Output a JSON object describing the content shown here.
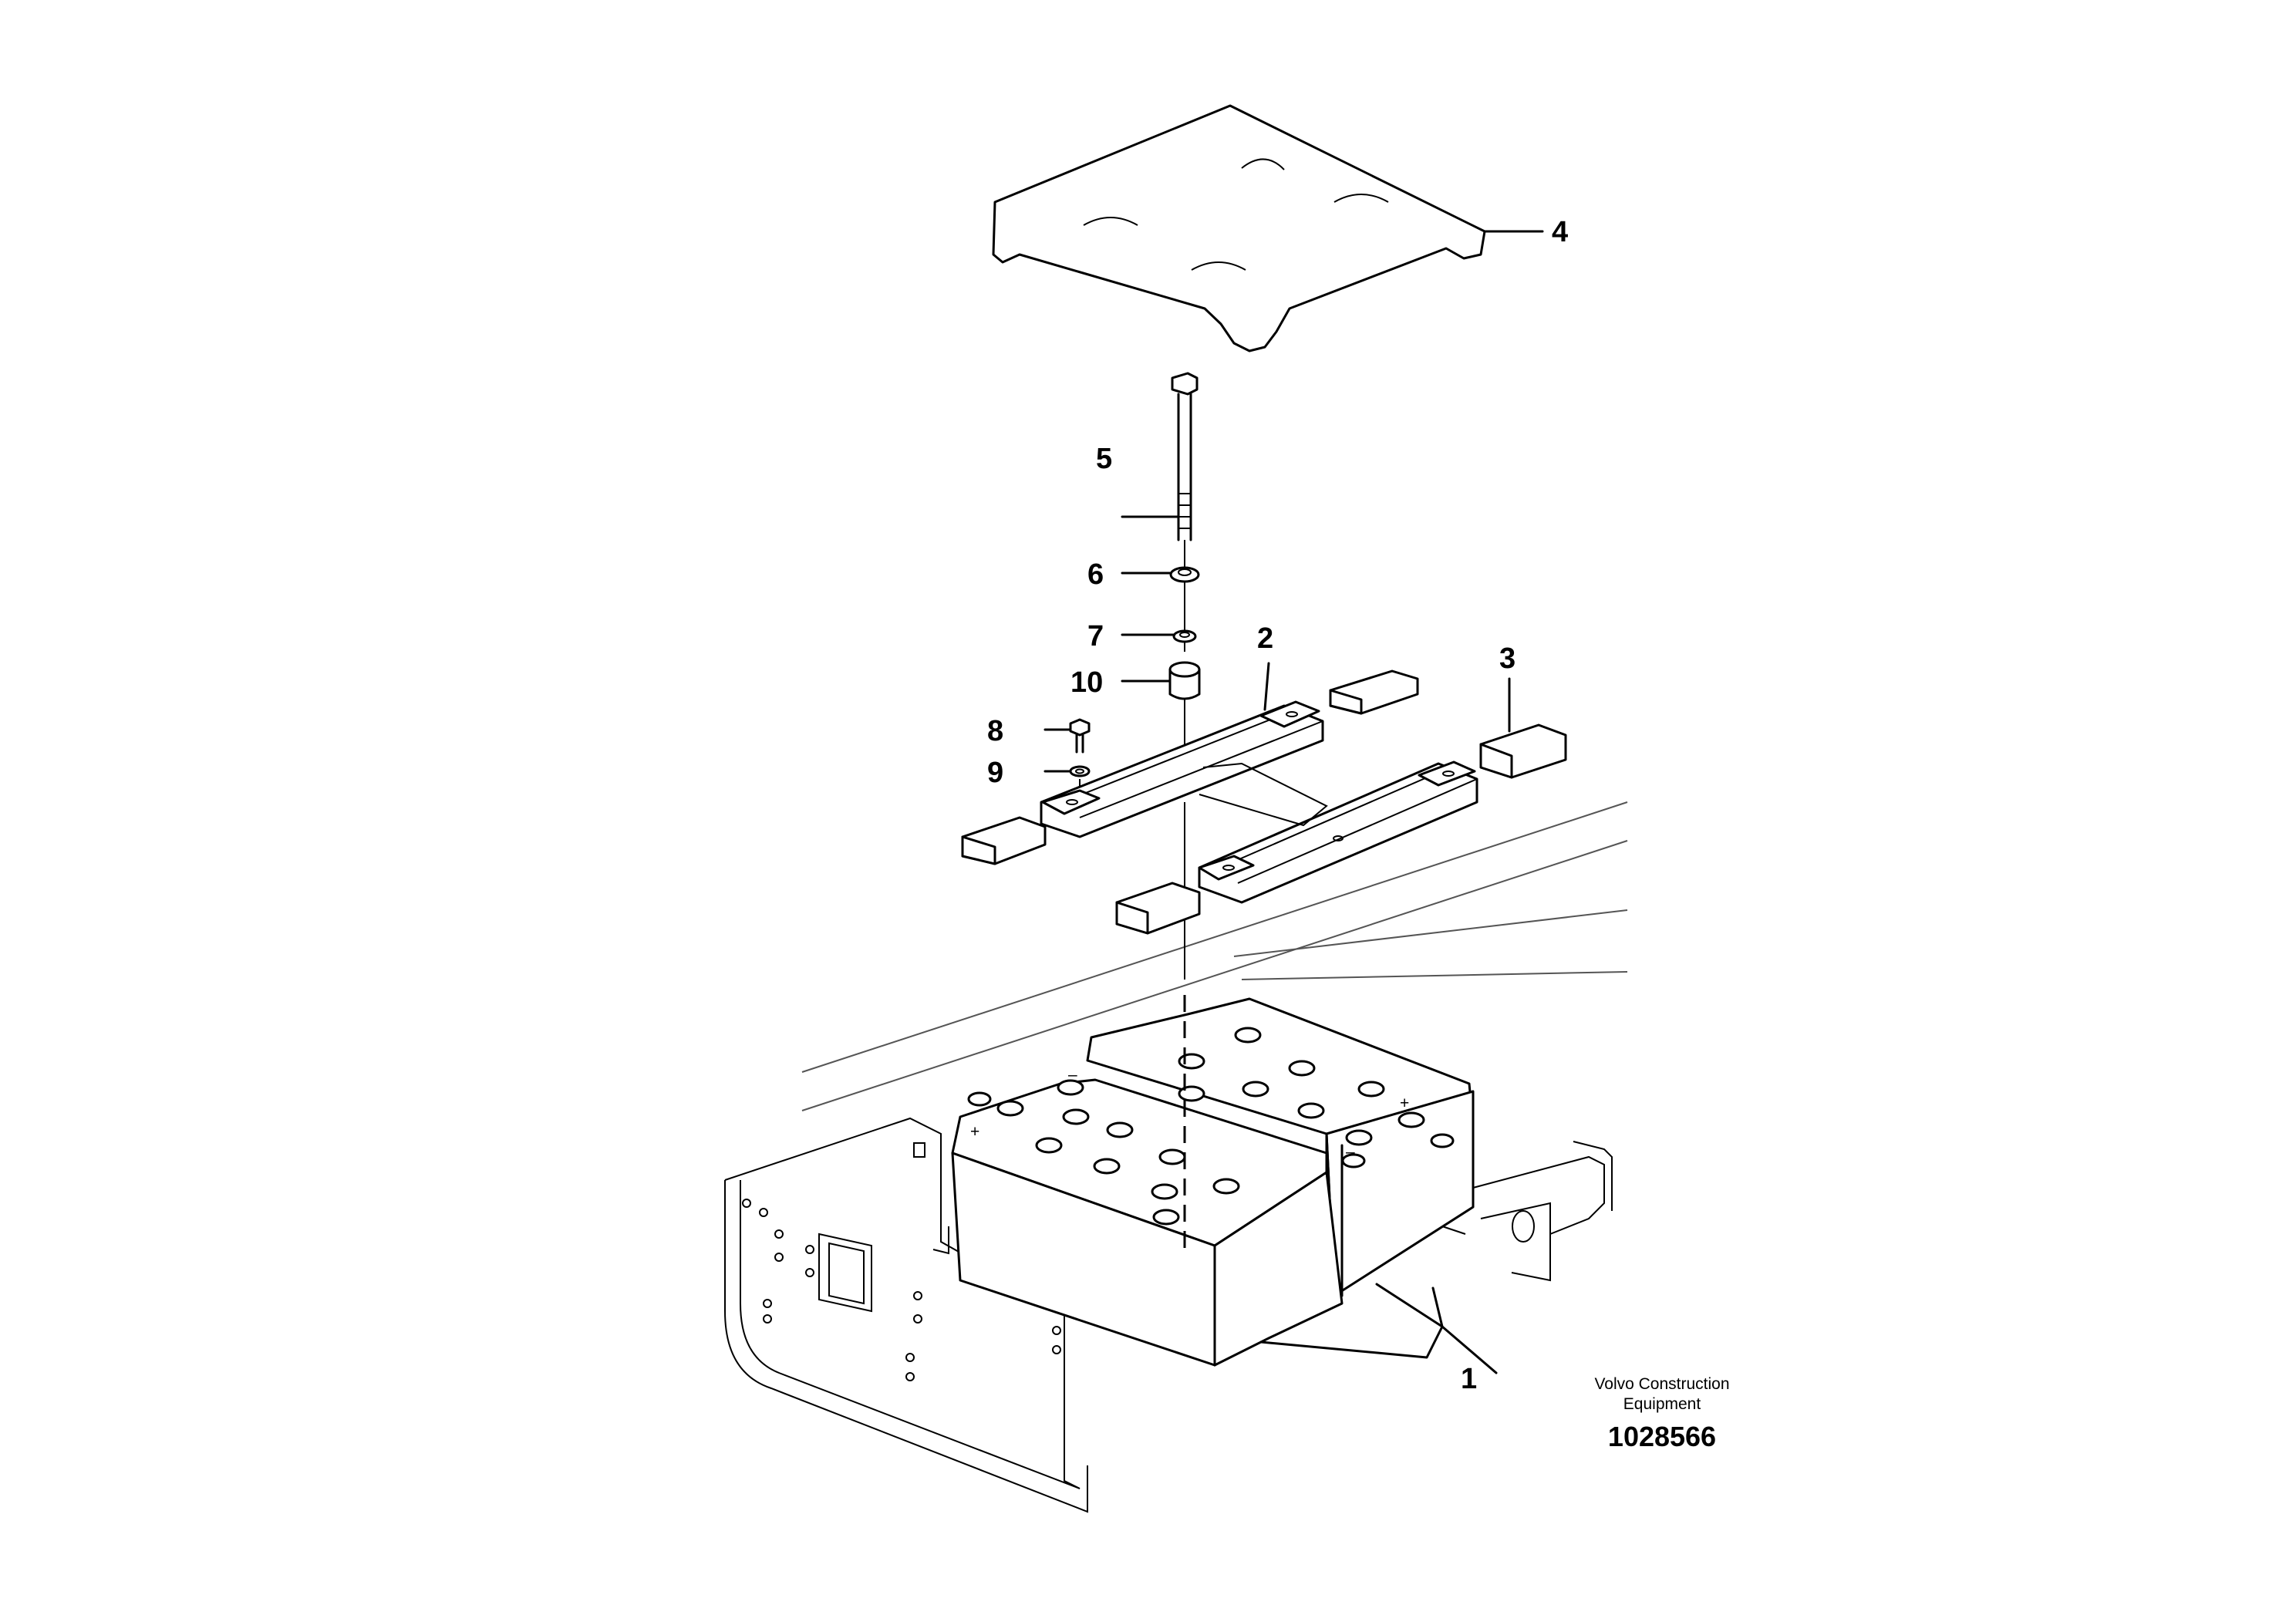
{
  "callouts": [
    "1",
    "2",
    "3",
    "4",
    "5",
    "6",
    "7",
    "8",
    "9",
    "10"
  ],
  "caption": {
    "line1": "Volvo Construction",
    "line2": "Equipment",
    "doc_number": "1028566"
  }
}
